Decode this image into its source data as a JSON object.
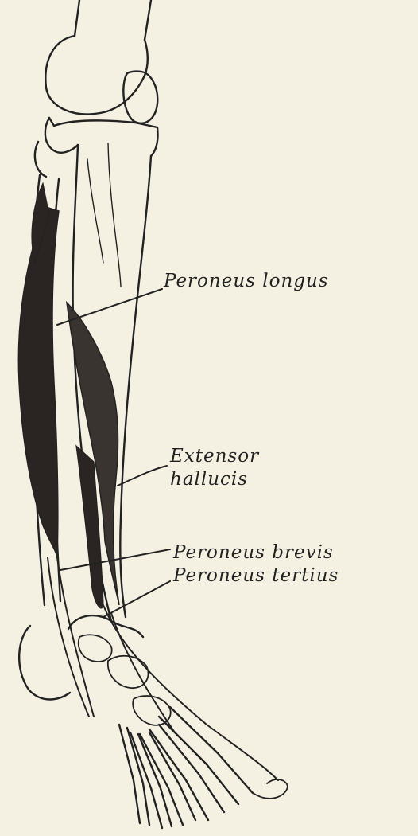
{
  "labels": {
    "peroneus_longus": "Peroneus longus",
    "extensor_line1": "Extensor",
    "extensor_line2": "hallucis",
    "peroneus_brevis": "Peroneus brevis",
    "peroneus_tertius": "Peroneus tertius"
  },
  "colors": {
    "paper": "#f4f0e2",
    "ink": "#222222",
    "muscle": "#2a2522"
  }
}
